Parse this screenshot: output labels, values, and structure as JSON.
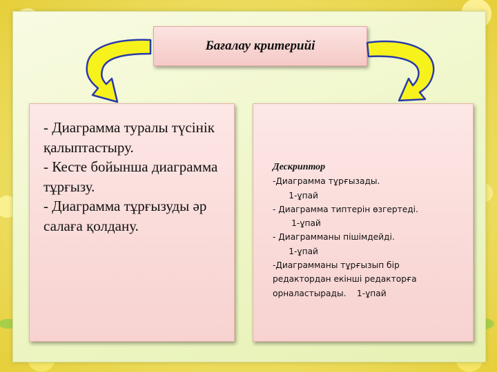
{
  "title": "Бағалау критерийі",
  "left_card": {
    "items": [
      "- Диаграмма туралы түсінік қалыптастыру.",
      "- Кесте бойынша диаграмма тұрғызу.",
      "- Диаграмма тұрғызуды әр салаға қолдану."
    ]
  },
  "right_card": {
    "title": "Дескриптор",
    "lines": [
      "-Диаграмма тұрғызады.",
      "      1-ұпай",
      "- Диаграмма типтерін өзгертеді.",
      "       1-ұпай",
      "- Диаграмманы пішімдейді.",
      "      1-ұпай",
      "-Диаграмманы тұрғызып бір",
      "редактордан екінші редакторға",
      "орналастырады.    1-ұпай"
    ]
  },
  "colors": {
    "arrow_fill": "#f7f21c",
    "arrow_stroke": "#2a3aa8",
    "title_bg": "#f5c9c6",
    "card_bg": "#fbe0de"
  }
}
